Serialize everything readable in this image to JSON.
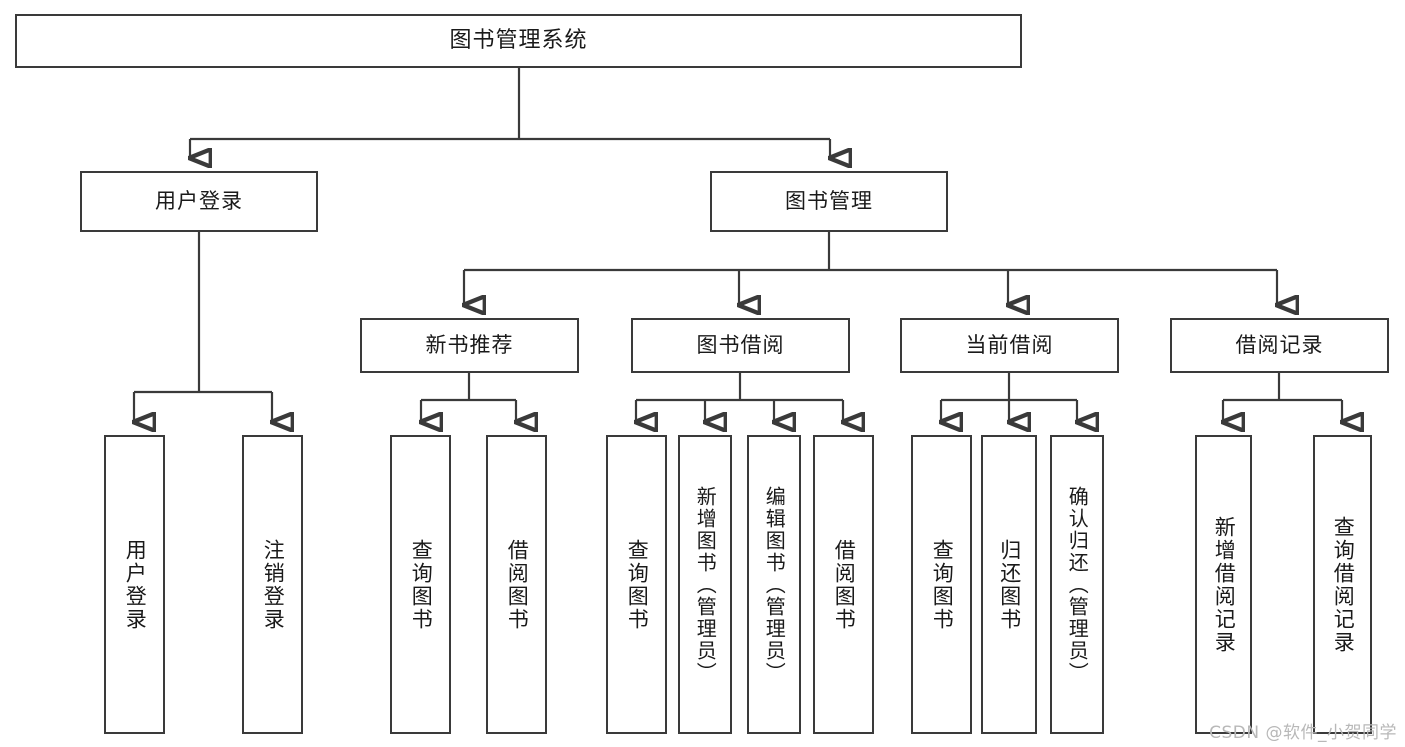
{
  "diagram": {
    "type": "tree",
    "title": "图书管理系统",
    "orientation": "top-down",
    "colors": {
      "stroke": "#3a3a3a",
      "fill": "#ffffff",
      "text": "#1a1a1a",
      "watermark": "#b8b8b8"
    },
    "nodes": {
      "root": {
        "label": "图书管理系统"
      },
      "level2": [
        {
          "id": "user-login",
          "label": "用户登录"
        },
        {
          "id": "book-manage",
          "label": "图书管理"
        }
      ],
      "level3": [
        {
          "id": "new-book-recommend",
          "label": "新书推荐"
        },
        {
          "id": "book-borrow",
          "label": "图书借阅"
        },
        {
          "id": "current-borrow",
          "label": "当前借阅"
        },
        {
          "id": "borrow-record",
          "label": "借阅记录"
        }
      ],
      "leaves": {
        "user_login": [
          {
            "id": "leaf-user-login",
            "label": "用户登录"
          },
          {
            "id": "leaf-logout-login",
            "label": "注销登录"
          }
        ],
        "new_book_recommend": [
          {
            "id": "leaf-query-book-1",
            "label": "查询图书"
          },
          {
            "id": "leaf-borrow-book-1",
            "label": "借阅图书"
          }
        ],
        "book_borrow": [
          {
            "id": "leaf-query-book-2",
            "label": "查询图书"
          },
          {
            "id": "leaf-add-book",
            "label": "新增图书（管理员）"
          },
          {
            "id": "leaf-edit-book",
            "label": "编辑图书（管理员）"
          },
          {
            "id": "leaf-borrow-book-2",
            "label": "借阅图书"
          }
        ],
        "current_borrow": [
          {
            "id": "leaf-query-book-3",
            "label": "查询图书"
          },
          {
            "id": "leaf-return-book",
            "label": "归还图书"
          },
          {
            "id": "leaf-confirm-return",
            "label": "确认归还（管理员）"
          }
        ],
        "borrow_record": [
          {
            "id": "leaf-add-borrow-record",
            "label": "新增借阅记录"
          },
          {
            "id": "leaf-query-borrow-record",
            "label": "查询借阅记录"
          }
        ]
      }
    },
    "watermark": "CSDN @软件_小贺同学"
  }
}
